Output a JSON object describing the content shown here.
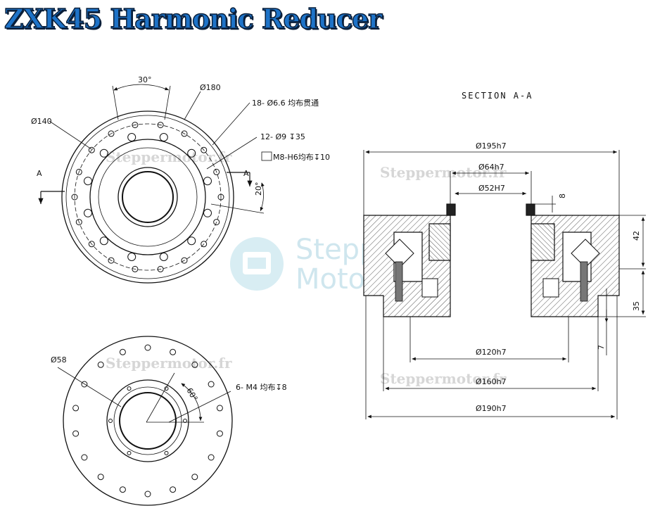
{
  "title": "ZXK45 Harmonic Reducer",
  "watermark": {
    "small": "Steppermotor.fr",
    "big_line1": "Stepper",
    "big_line2": "Motor"
  },
  "colors": {
    "title_fill": "#1e73c8",
    "title_outline": "#0a1f3a",
    "hatch": "#444444",
    "watermark": "#cfe6ee"
  },
  "front_view": {
    "dim_angle_top": "30°",
    "dim_dia_180": "Ø180",
    "dim_dia_140": "Ø140",
    "note_holes_18": "18- Ø6.6 均布贯通",
    "note_holes_12": "12- Ø9 ↧35",
    "note_thread": "M8-H6均布↧10",
    "dim_angle_right": "20°",
    "section_mark_left": "A",
    "section_mark_right": "A"
  },
  "back_view": {
    "dim_dia_58": "Ø58",
    "note_thread": "6- M4 均布↧8",
    "dim_angle": "60°"
  },
  "section_view": {
    "title": "SECTION A-A",
    "dim_195": "Ø195h7",
    "dim_64": "Ø64h7",
    "dim_52": "Ø52H7",
    "dim_8": "8",
    "dim_42": "42",
    "dim_35": "35",
    "dim_7": "7",
    "dim_120": "Ø120h7",
    "dim_160": "Ø160h7",
    "dim_190": "Ø190h7"
  }
}
